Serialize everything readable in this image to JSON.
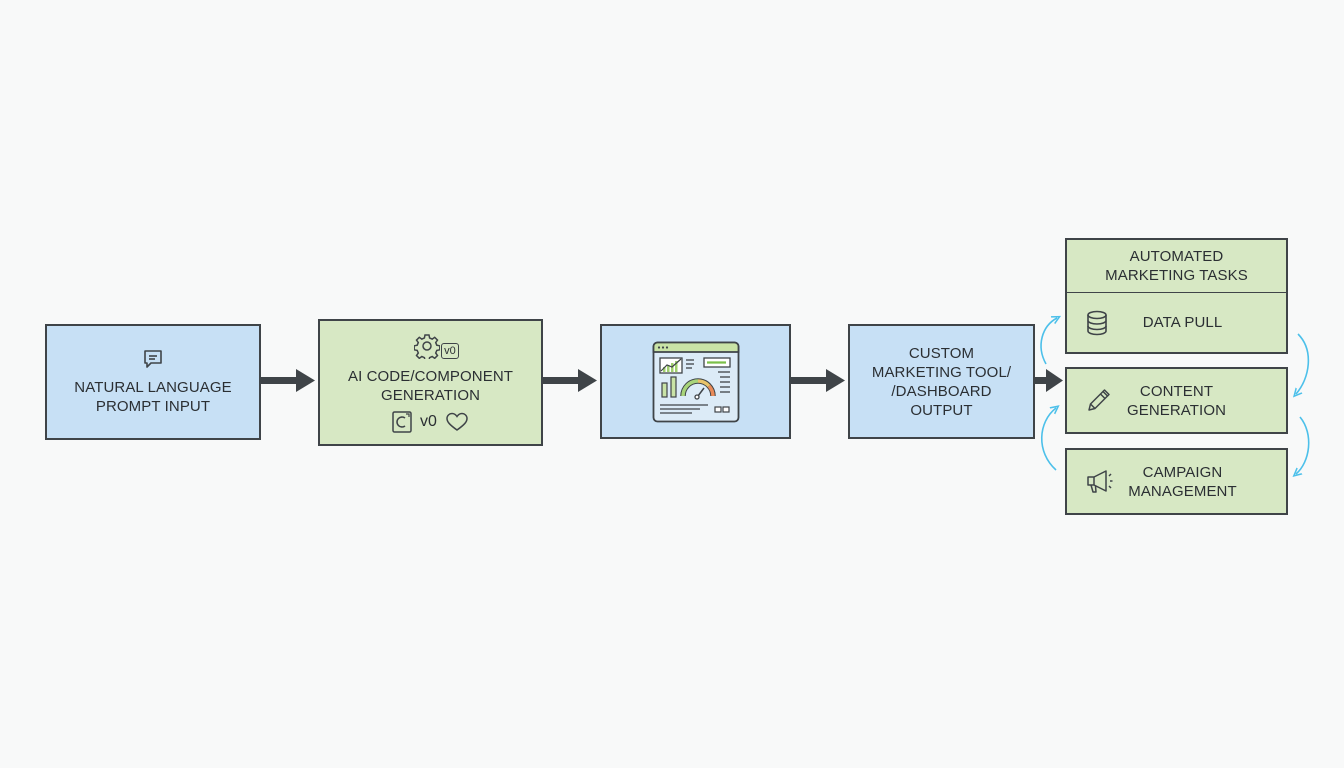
{
  "diagram": {
    "flow": [
      {
        "id": "prompt",
        "label": "NATURAL LANGUAGE\nPROMPT INPUT",
        "icon": "chat-bubble-icon",
        "color": "#c7e0f5"
      },
      {
        "id": "ai-gen",
        "label": "AI CODE/COMPONENT\nGENERATION",
        "icon": "gear-icon",
        "badge": "v0",
        "footer_badge": "v0",
        "footer_icons": [
          "code-component-icon",
          "heart-icon"
        ],
        "color": "#d7e8c4"
      },
      {
        "id": "dashboard",
        "label": "",
        "icon": "dashboard-window-icon",
        "color": "#c7e0f5"
      },
      {
        "id": "output",
        "label": "CUSTOM\nMARKETING TOOL/\n/DASHBOARD\nOUTPUT",
        "color": "#c7e0f5"
      }
    ],
    "tasks_group": {
      "title": "AUTOMATED\nMARKETING TASKS",
      "items": [
        {
          "label": "DATA PULL",
          "icon": "database-icon"
        },
        {
          "label": "CONTENT\nGENERATION",
          "icon": "pen-icon"
        },
        {
          "label": "CAMPAIGN\nMANAGEMENT",
          "icon": "megaphone-icon"
        }
      ],
      "color": "#d7e8c4"
    },
    "colors": {
      "flow_arrow": "#3f4448",
      "cycle_arrow": "#4cc0ea",
      "border": "#3f4448",
      "background": "#f8f9f9"
    }
  }
}
